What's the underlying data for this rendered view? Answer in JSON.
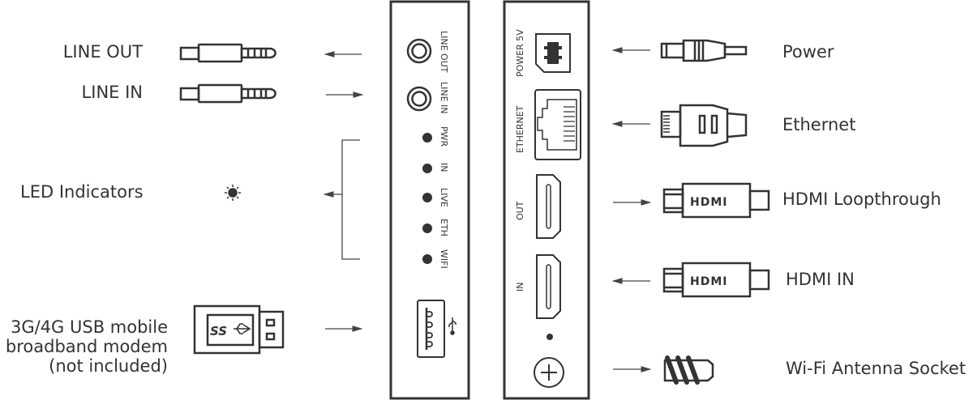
{
  "left_labels": {
    "line_out": "LINE OUT",
    "line_in": "LINE IN",
    "led_indicators": "LED Indicators",
    "modem_line1": "3G/4G USB mobile",
    "modem_line2": "broadband modem",
    "modem_line3": "(not included)"
  },
  "left_panel": {
    "line_out": "LINE OUT",
    "line_in": "LINE IN",
    "leds": [
      "PWR",
      "IN",
      "LIVE",
      "ETH",
      "WIFI"
    ]
  },
  "right_panel": {
    "power": "POWER 5V",
    "ethernet": "ETHERNET",
    "hdmi_out": "OUT",
    "hdmi_in": "IN"
  },
  "right_labels": {
    "power": "Power",
    "ethernet": "Ethernet",
    "hdmi_loop": "HDMI Loopthrough",
    "hdmi_in": "HDMI IN",
    "wifi": "Wi-Fi Antenna Socket"
  },
  "connector_text": {
    "hdmi": "HDMI",
    "usb_ss": "SS"
  },
  "colors": {
    "stroke": "#333333"
  }
}
